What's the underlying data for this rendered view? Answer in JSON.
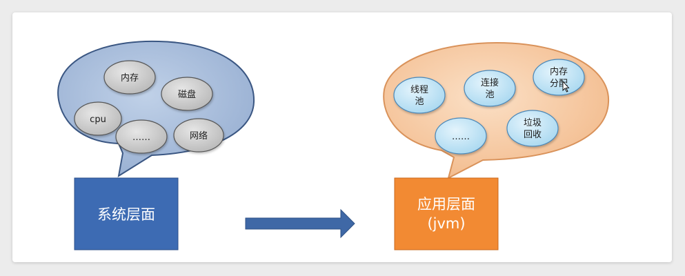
{
  "left": {
    "box_label": "系统层面",
    "items": {
      "memory": "内存",
      "disk": "磁盘",
      "cpu": "cpu",
      "more": "……",
      "network": "网络"
    }
  },
  "right": {
    "box_label_line1": "应用层面",
    "box_label_line2": "(jvm)",
    "items": {
      "thread_pool_l1": "线程",
      "thread_pool_l2": "池",
      "conn_pool_l1": "连接",
      "conn_pool_l2": "池",
      "mem_alloc_l1": "内存",
      "mem_alloc_l2": "分配",
      "more": "……",
      "gc_l1": "垃圾",
      "gc_l2": "回收"
    }
  },
  "colors": {
    "left_bubble": "#a9bedb",
    "left_bubble_stroke": "#3a5682",
    "gray_node": "#c9c9c9",
    "right_bubble": "#f5c9a4",
    "right_bubble_stroke": "#d9925a",
    "blue_node": "#bfe3f5",
    "system_box": "#3d6bb3",
    "app_box": "#f28a33",
    "arrow": "#3f68a6"
  }
}
